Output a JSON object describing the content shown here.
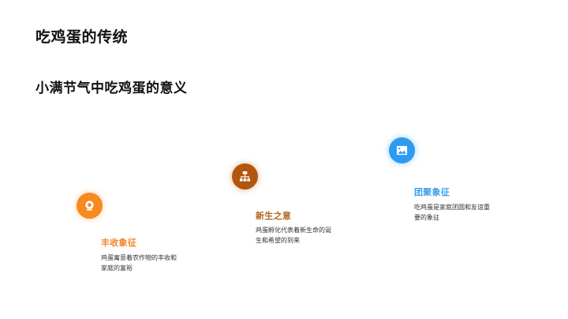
{
  "slide": {
    "title": "吃鸡蛋的传统",
    "subtitle": "小满节气中吃鸡蛋的意义"
  },
  "timeline": {
    "items": [
      {
        "icon": "webcam-icon",
        "title": "丰收象征",
        "description": "鸡蛋寓意着农作物的丰收和家庭的富裕",
        "color": "#f58a1f"
      },
      {
        "icon": "sitemap-icon",
        "title": "新生之意",
        "description": "鸡蛋孵化代表着新生命的诞生和希望的到来",
        "color": "#b3560d"
      },
      {
        "icon": "image-icon",
        "title": "团聚象征",
        "description": "吃鸡蛋是家庭团圆和友谊重要的象征",
        "color": "#2e9bf0"
      }
    ]
  }
}
